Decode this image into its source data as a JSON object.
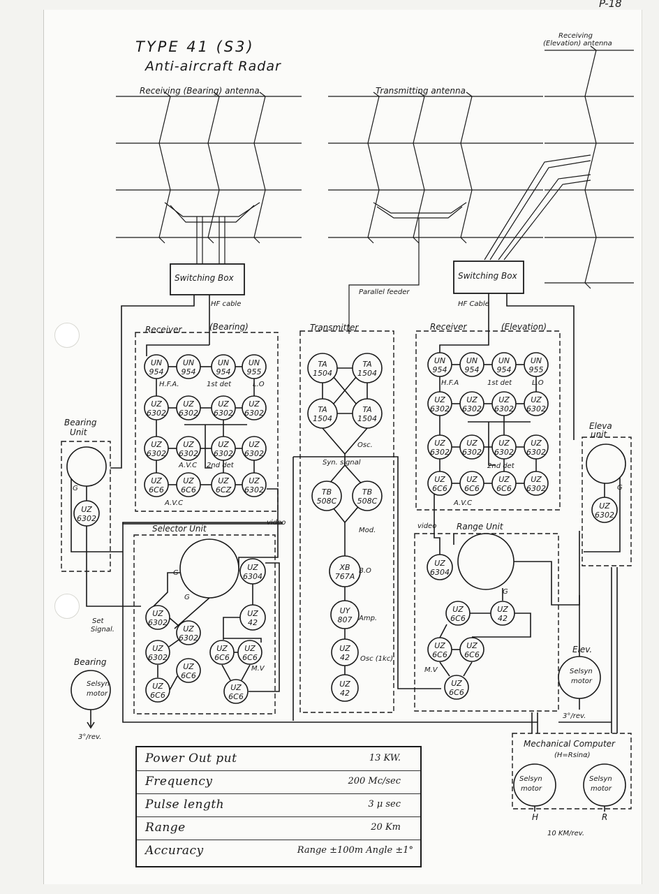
{
  "page_id": "P-18",
  "title": "TYPE 41 (S3)",
  "subtitle": "Anti-aircraft Radar",
  "antennas": {
    "receiving_bearing": "Receiving (Bearing) antenna",
    "transmitting": "Transmitting antenna",
    "receiving_elevation_line1": "Receiving",
    "receiving_elevation_line2": "(Elevation) antenna"
  },
  "feeds": {
    "switching_box_left": "Switching Box",
    "switching_box_right": "Switching Box",
    "hf_cable_left": "HF cable",
    "hf_cable_right": "HF Cable",
    "parallel_feeder": "Parallel feeder"
  },
  "receiver_bearing": {
    "title": "Receiver",
    "subtitle": "(Bearing)",
    "rows": [
      [
        [
          "UN",
          "954"
        ],
        [
          "UN",
          "954"
        ],
        [
          "UN",
          "954"
        ],
        [
          "UN",
          "955"
        ]
      ],
      [
        [
          "UZ",
          "6302"
        ],
        [
          "UZ",
          "6302"
        ],
        [
          "UZ",
          "6302"
        ],
        [
          "UZ",
          "6302"
        ]
      ],
      [
        [
          "UZ",
          "6302"
        ],
        [
          "UZ",
          "6302"
        ],
        [
          "UZ",
          "6302"
        ],
        [
          "UZ",
          "6302"
        ]
      ],
      [
        [
          "UZ",
          "6C6"
        ],
        [
          "UZ",
          "6C6"
        ],
        [
          "UZ",
          "6CZ"
        ],
        [
          "UZ",
          "6302"
        ]
      ]
    ],
    "labels": {
      "hfa": "H.F.A.",
      "det1": "1st det",
      "lo": "L.O",
      "avc1": "A.V.C",
      "det2": "2nd det",
      "avc2": "A.V.C"
    }
  },
  "receiver_elevation": {
    "title": "Receiver",
    "subtitle": "(Elevation)",
    "rows": [
      [
        [
          "UN",
          "954"
        ],
        [
          "UN",
          "954"
        ],
        [
          "UN",
          "954"
        ],
        [
          "UN",
          "955"
        ]
      ],
      [
        [
          "UZ",
          "6302"
        ],
        [
          "UZ",
          "6302"
        ],
        [
          "UZ",
          "6302"
        ],
        [
          "UZ",
          "6302"
        ]
      ],
      [
        [
          "UZ",
          "6302"
        ],
        [
          "UZ",
          "6302"
        ],
        [
          "UZ",
          "6302"
        ],
        [
          "UZ",
          "6302"
        ]
      ],
      [
        [
          "UZ",
          "6C6"
        ],
        [
          "UZ",
          "6C6"
        ],
        [
          "UZ",
          "6C6"
        ],
        [
          "UZ",
          "6302"
        ]
      ]
    ],
    "labels": {
      "hfa": "H.F.A",
      "det1": "1st det",
      "lo": "L.O",
      "det2": "2nd det",
      "avc": "A.V.C"
    }
  },
  "transmitter": {
    "title": "Transmitter",
    "ta": [
      [
        "TA",
        "1504"
      ],
      [
        "TA",
        "1504"
      ],
      [
        "TA",
        "1504"
      ],
      [
        "TA",
        "1504"
      ]
    ],
    "osc": "Osc.",
    "syn_signal": "Syn. signal",
    "tb": [
      [
        "TB",
        "508C"
      ],
      [
        "TB",
        "508C"
      ]
    ],
    "mod": "Mod.",
    "xb": [
      "XB",
      "767A"
    ],
    "bo": "B.O",
    "uy": [
      "UY",
      "807"
    ],
    "amp": "Amp.",
    "uz1": [
      "UZ",
      "42"
    ],
    "osc1kc": "Osc (1kc)",
    "uz2": [
      "UZ",
      "42"
    ]
  },
  "bearing_unit": {
    "title_line1": "Bearing",
    "title_line2": "Unit",
    "tube": [
      "UZ",
      "6302"
    ],
    "g": "G"
  },
  "elev_unit": {
    "title_line1": "Eleva",
    "title_line2": "unit",
    "tube": [
      "UZ",
      "6302"
    ],
    "g": "G"
  },
  "selector_unit": {
    "title": "Selector Unit",
    "video": "video",
    "set_signal_line1": "Set",
    "set_signal_line2": "Signal.",
    "g1": "G",
    "g2": "G",
    "mv": "M.V",
    "tubes": {
      "t6304": [
        "UZ",
        "6304"
      ],
      "t42": [
        "UZ",
        "42"
      ],
      "a6302": [
        "UZ",
        "6302"
      ],
      "b6302": [
        "UZ",
        "6302"
      ],
      "c6302": [
        "UZ",
        "6302"
      ],
      "c6c6": [
        "UZ",
        "6C6"
      ],
      "d6c6": [
        "UZ",
        "6C6"
      ],
      "e6c6": [
        "UZ",
        "6C6"
      ],
      "f6c6": [
        "UZ",
        "6C6"
      ],
      "g6c6": [
        "UZ",
        "6C6"
      ]
    }
  },
  "range_unit": {
    "title": "Range Unit",
    "video": "video",
    "g": "G",
    "mv": "M.V",
    "tubes": {
      "t6304": [
        "UZ",
        "6304"
      ],
      "t6c6a": [
        "UZ",
        "6C6"
      ],
      "t42": [
        "UZ",
        "42"
      ],
      "t6c6b": [
        "UZ",
        "6C6"
      ],
      "t6c6c": [
        "UZ",
        "6C6"
      ],
      "t6c6d": [
        "UZ",
        "6C6"
      ]
    }
  },
  "bearing_motor": {
    "title": "Bearing",
    "line1": "Selsyn",
    "line2": "motor",
    "rate": "3°/rev."
  },
  "elev_motor": {
    "title": "Elev.",
    "line1": "Selsyn",
    "line2": "motor",
    "rate": "3°/rev."
  },
  "mechanical_computer": {
    "title": "Mechanical Computer",
    "formula": "(H=Rsinα)",
    "motor_left": [
      "Selsyn",
      "motor"
    ],
    "motor_right": [
      "Selsyn",
      "motor"
    ],
    "out_h": "H",
    "out_r": "R",
    "rate": "10 KM/rev."
  },
  "specs": [
    {
      "label": "Power Out put",
      "value": "13 KW."
    },
    {
      "label": "Frequency",
      "value": "200 Mc/sec"
    },
    {
      "label": "Pulse length",
      "value": "3 μ sec"
    },
    {
      "label": "Range",
      "value": "20 Km"
    },
    {
      "label": "Accuracy",
      "value": "Range ±100m Angle ±1°"
    }
  ]
}
